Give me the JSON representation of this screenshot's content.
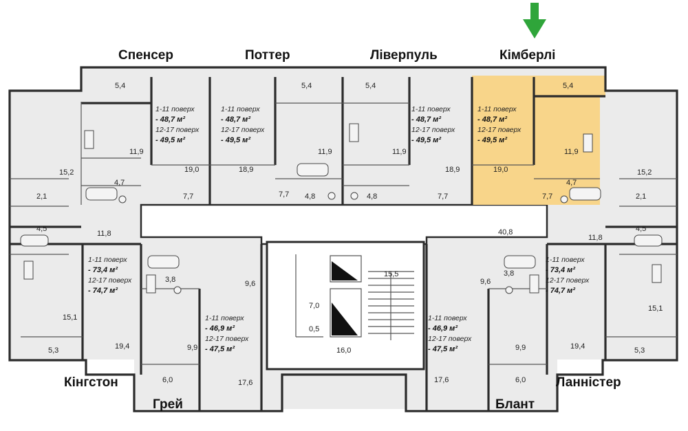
{
  "colors": {
    "highlight": "#f8d58a",
    "arrow": "#2fa53a",
    "room_fill": "#ebebeb",
    "corridor_fill": "#ffffff"
  },
  "selected_apartment": "Кімберлі",
  "apartment_names": {
    "spenser": "Спенсер",
    "potter": "Поттер",
    "liverpool": "Ліверпуль",
    "kimberly": "Кімберлі",
    "kingston": "Кінгстон",
    "grey": "Грей",
    "blunt": "Блант",
    "lannister": "Ланністер"
  },
  "info": {
    "top": {
      "line1": "1-11 поверх",
      "line2": "- 48,7 м²",
      "line3": "12-17 поверх",
      "line4": "- 49,5 м²"
    },
    "side": {
      "line1": "1-11 поверх",
      "line2": "- 73,4 м²",
      "line3": "12-17 поверх",
      "line4": "- 74,7 м²"
    },
    "bottom": {
      "line1": "1-11 поверх",
      "line2": "- 46,9 м²",
      "line3": "12-17 поверх",
      "line4": "- 47,5 м²"
    }
  },
  "room_areas": {
    "balcony_top": "5,4",
    "kitchen_top": "11,9",
    "living_top": "19,0",
    "living_top_alt": "18,9",
    "bath_top": "4,7",
    "hall_top": "7,7",
    "wc_top": "4,8",
    "corridor_center": "40,8",
    "side_room_a": "15,2",
    "side_wc": "2,1",
    "side_bath": "4,5",
    "side_kitchen": "11,8",
    "side_room_b": "15,1",
    "side_balcony": "5,3",
    "side_hall": "19,4",
    "bottom_bath": "3,8",
    "bottom_kitchen": "9,6",
    "bottom_hall": "9,9",
    "bottom_balcony": "6,0",
    "bottom_living": "17,6",
    "stair_landing": "15,5",
    "lift_lobby": "7,0",
    "shaft": "0,5",
    "stair_hall": "16,0"
  }
}
